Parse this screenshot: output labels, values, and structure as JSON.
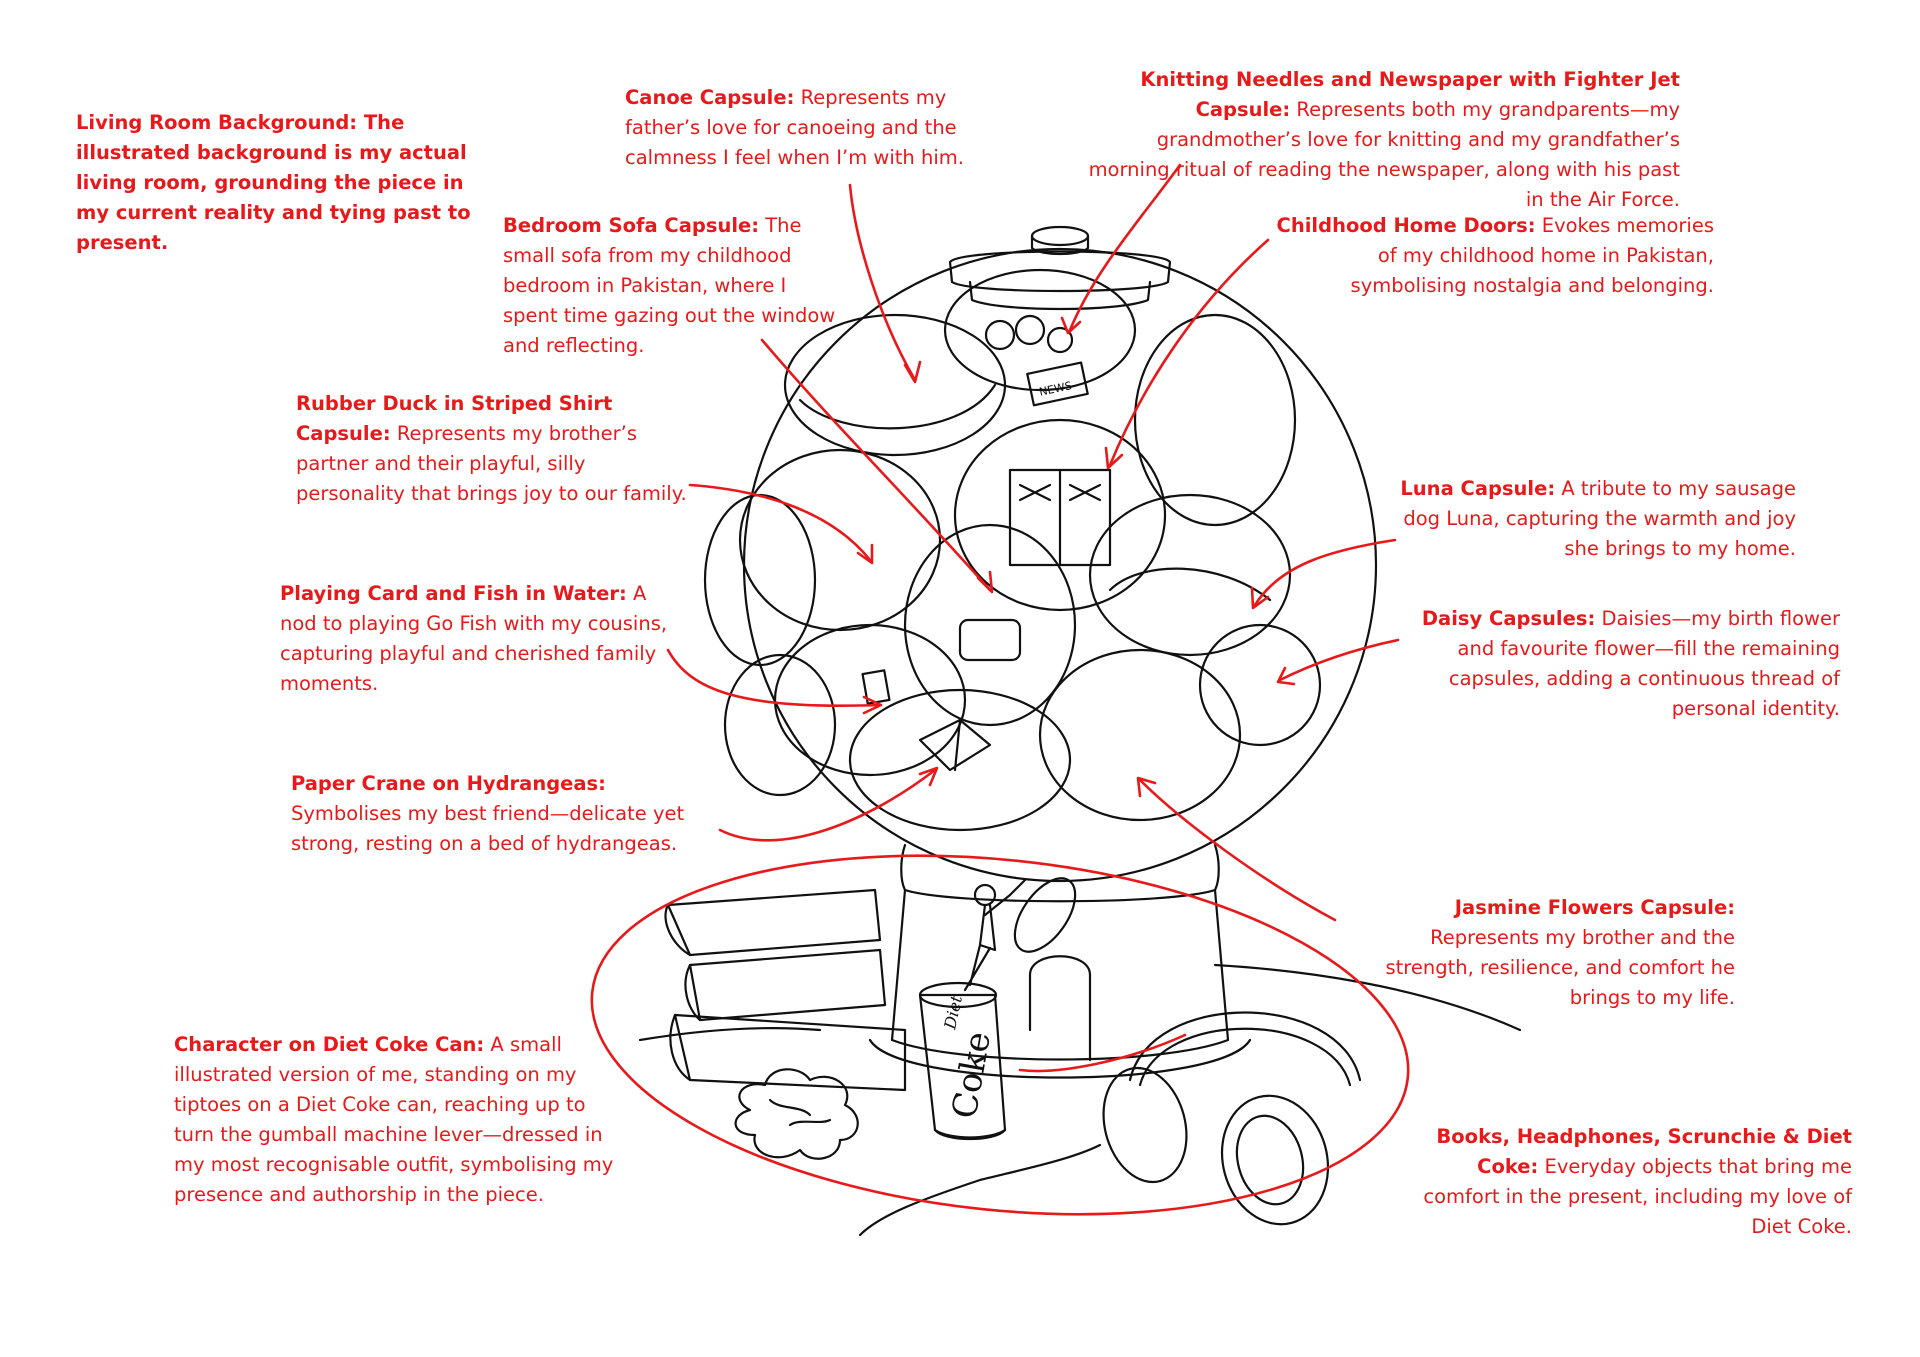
{
  "colors": {
    "annotation": "#e8191a",
    "line_art": "#111111",
    "background": "#ffffff"
  },
  "annotations": {
    "living_room": {
      "text": "Living Room Background: The illustrated background is my actual living room, grounding the piece in my current reality and tying past to present."
    },
    "canoe": {
      "title": "Canoe Capsule:",
      "body": " Represents my father’s love for canoeing and the calmness I feel when I’m with him."
    },
    "knitting": {
      "title": "Knitting Needles and Newspaper with Fighter Jet Capsule:",
      "body": " Represents both my grandparents—my grandmother’s love for knitting and my grandfather’s morning ritual of reading the newspaper, along with his past in the Air Force."
    },
    "sofa": {
      "title": "Bedroom Sofa Capsule:",
      "body": " The small sofa from my childhood bedroom in Pakistan, where I spent time gazing out the window and reflecting."
    },
    "doors": {
      "title": "Childhood Home Doors:",
      "body": " Evokes memories of my childhood home in Pakistan, symbolising nostalgia and belonging."
    },
    "duck": {
      "title": "Rubber Duck in Striped Shirt Capsule:",
      "body": " Represents my brother’s partner and their playful, silly personality that brings joy to our family."
    },
    "luna": {
      "title": "Luna Capsule:",
      "body": " A tribute to my sausage dog Luna, capturing the warmth and joy she brings to my home."
    },
    "cards": {
      "title": "Playing Card and Fish in Water:",
      "body": " A nod to playing Go Fish with my cousins, capturing playful and cherished family moments."
    },
    "daisy": {
      "title": "Daisy Capsules:",
      "body": " Daisies—my birth flower and favourite flower—fill the remaining capsules, adding a continuous thread of personal identity."
    },
    "crane": {
      "title": "Paper Crane on Hydrangeas:",
      "body": " Symbolises my best friend—delicate yet strong, resting on a bed of hydrangeas."
    },
    "jasmine": {
      "title": "Jasmine Flowers Capsule:",
      "body": " Represents my brother and the strength, resilience, and comfort he brings to my life."
    },
    "character": {
      "title": "Character on Diet Coke Can:",
      "body": " A small illustrated version of me, standing on my tiptoes on a Diet Coke can, reaching up to turn the gumball machine lever—dressed in my most recognisable outfit, symbolising my presence and authorship in the piece."
    },
    "objects": {
      "title": "Books, Headphones, Scrunchie & Diet Coke:",
      "body": " Everyday objects that bring me comfort in the present, including my love of Diet Coke."
    }
  },
  "illustration": {
    "can_text_top": "Diet",
    "can_text_main": "Coke",
    "newspaper_text": "NEWS"
  }
}
